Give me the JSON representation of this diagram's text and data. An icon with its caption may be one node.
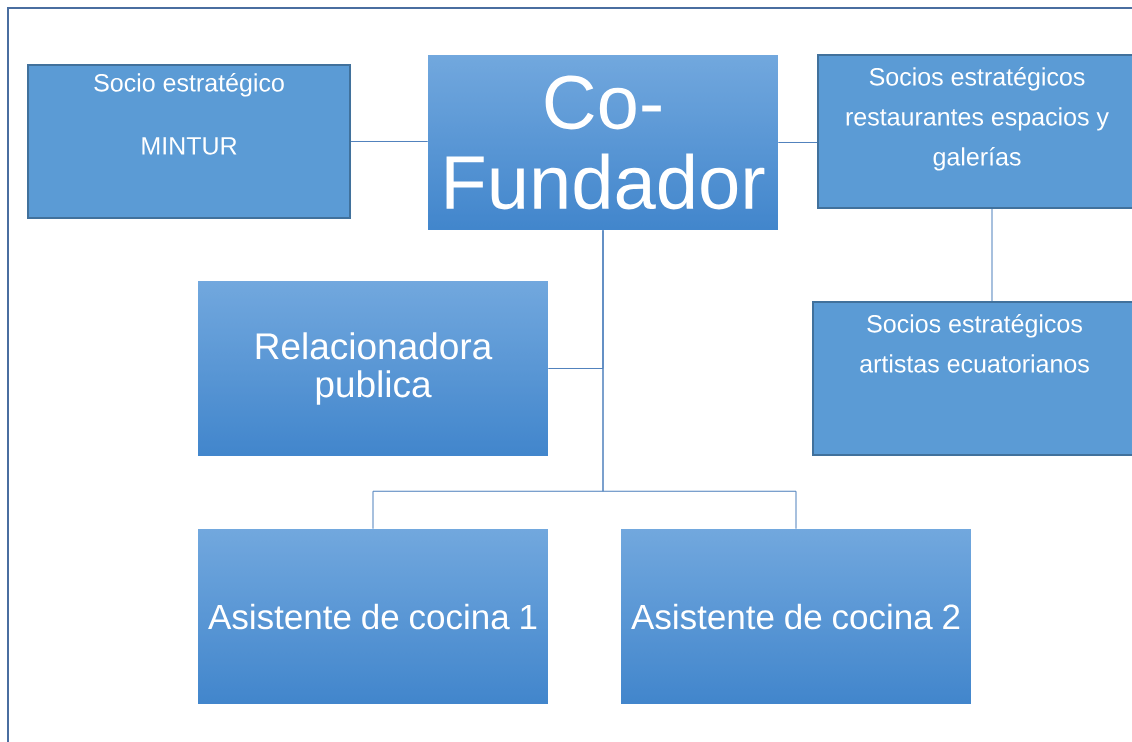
{
  "diagram": {
    "nodes": [
      {
        "text": [
          "Socio estratégico",
          "MINTUR"
        ]
      },
      {
        "text": [
          "Co- Fundador"
        ]
      },
      {
        "text": [
          "Socios estratégicos restaurantes espacios y galerías"
        ]
      },
      {
        "text": [
          "Socios estratégicos artistas ecuatorianos"
        ]
      },
      {
        "text": [
          "Relacionadora publica"
        ]
      },
      {
        "text": [
          "Asistente de cocina 1"
        ]
      },
      {
        "text": [
          "Asistente de cocina 2"
        ]
      }
    ],
    "edges": [
      {
        "from": 0,
        "to": 1,
        "arrow": "none"
      },
      {
        "from": 1,
        "to": 2,
        "arrow": "none"
      },
      {
        "from": 2,
        "to": 3,
        "arrow": "none"
      },
      {
        "from": 1,
        "to": 4,
        "arrow": "none"
      },
      {
        "from": 1,
        "to": 5,
        "arrow": "none"
      },
      {
        "from": 1,
        "to": 6,
        "arrow": "none"
      }
    ]
  }
}
